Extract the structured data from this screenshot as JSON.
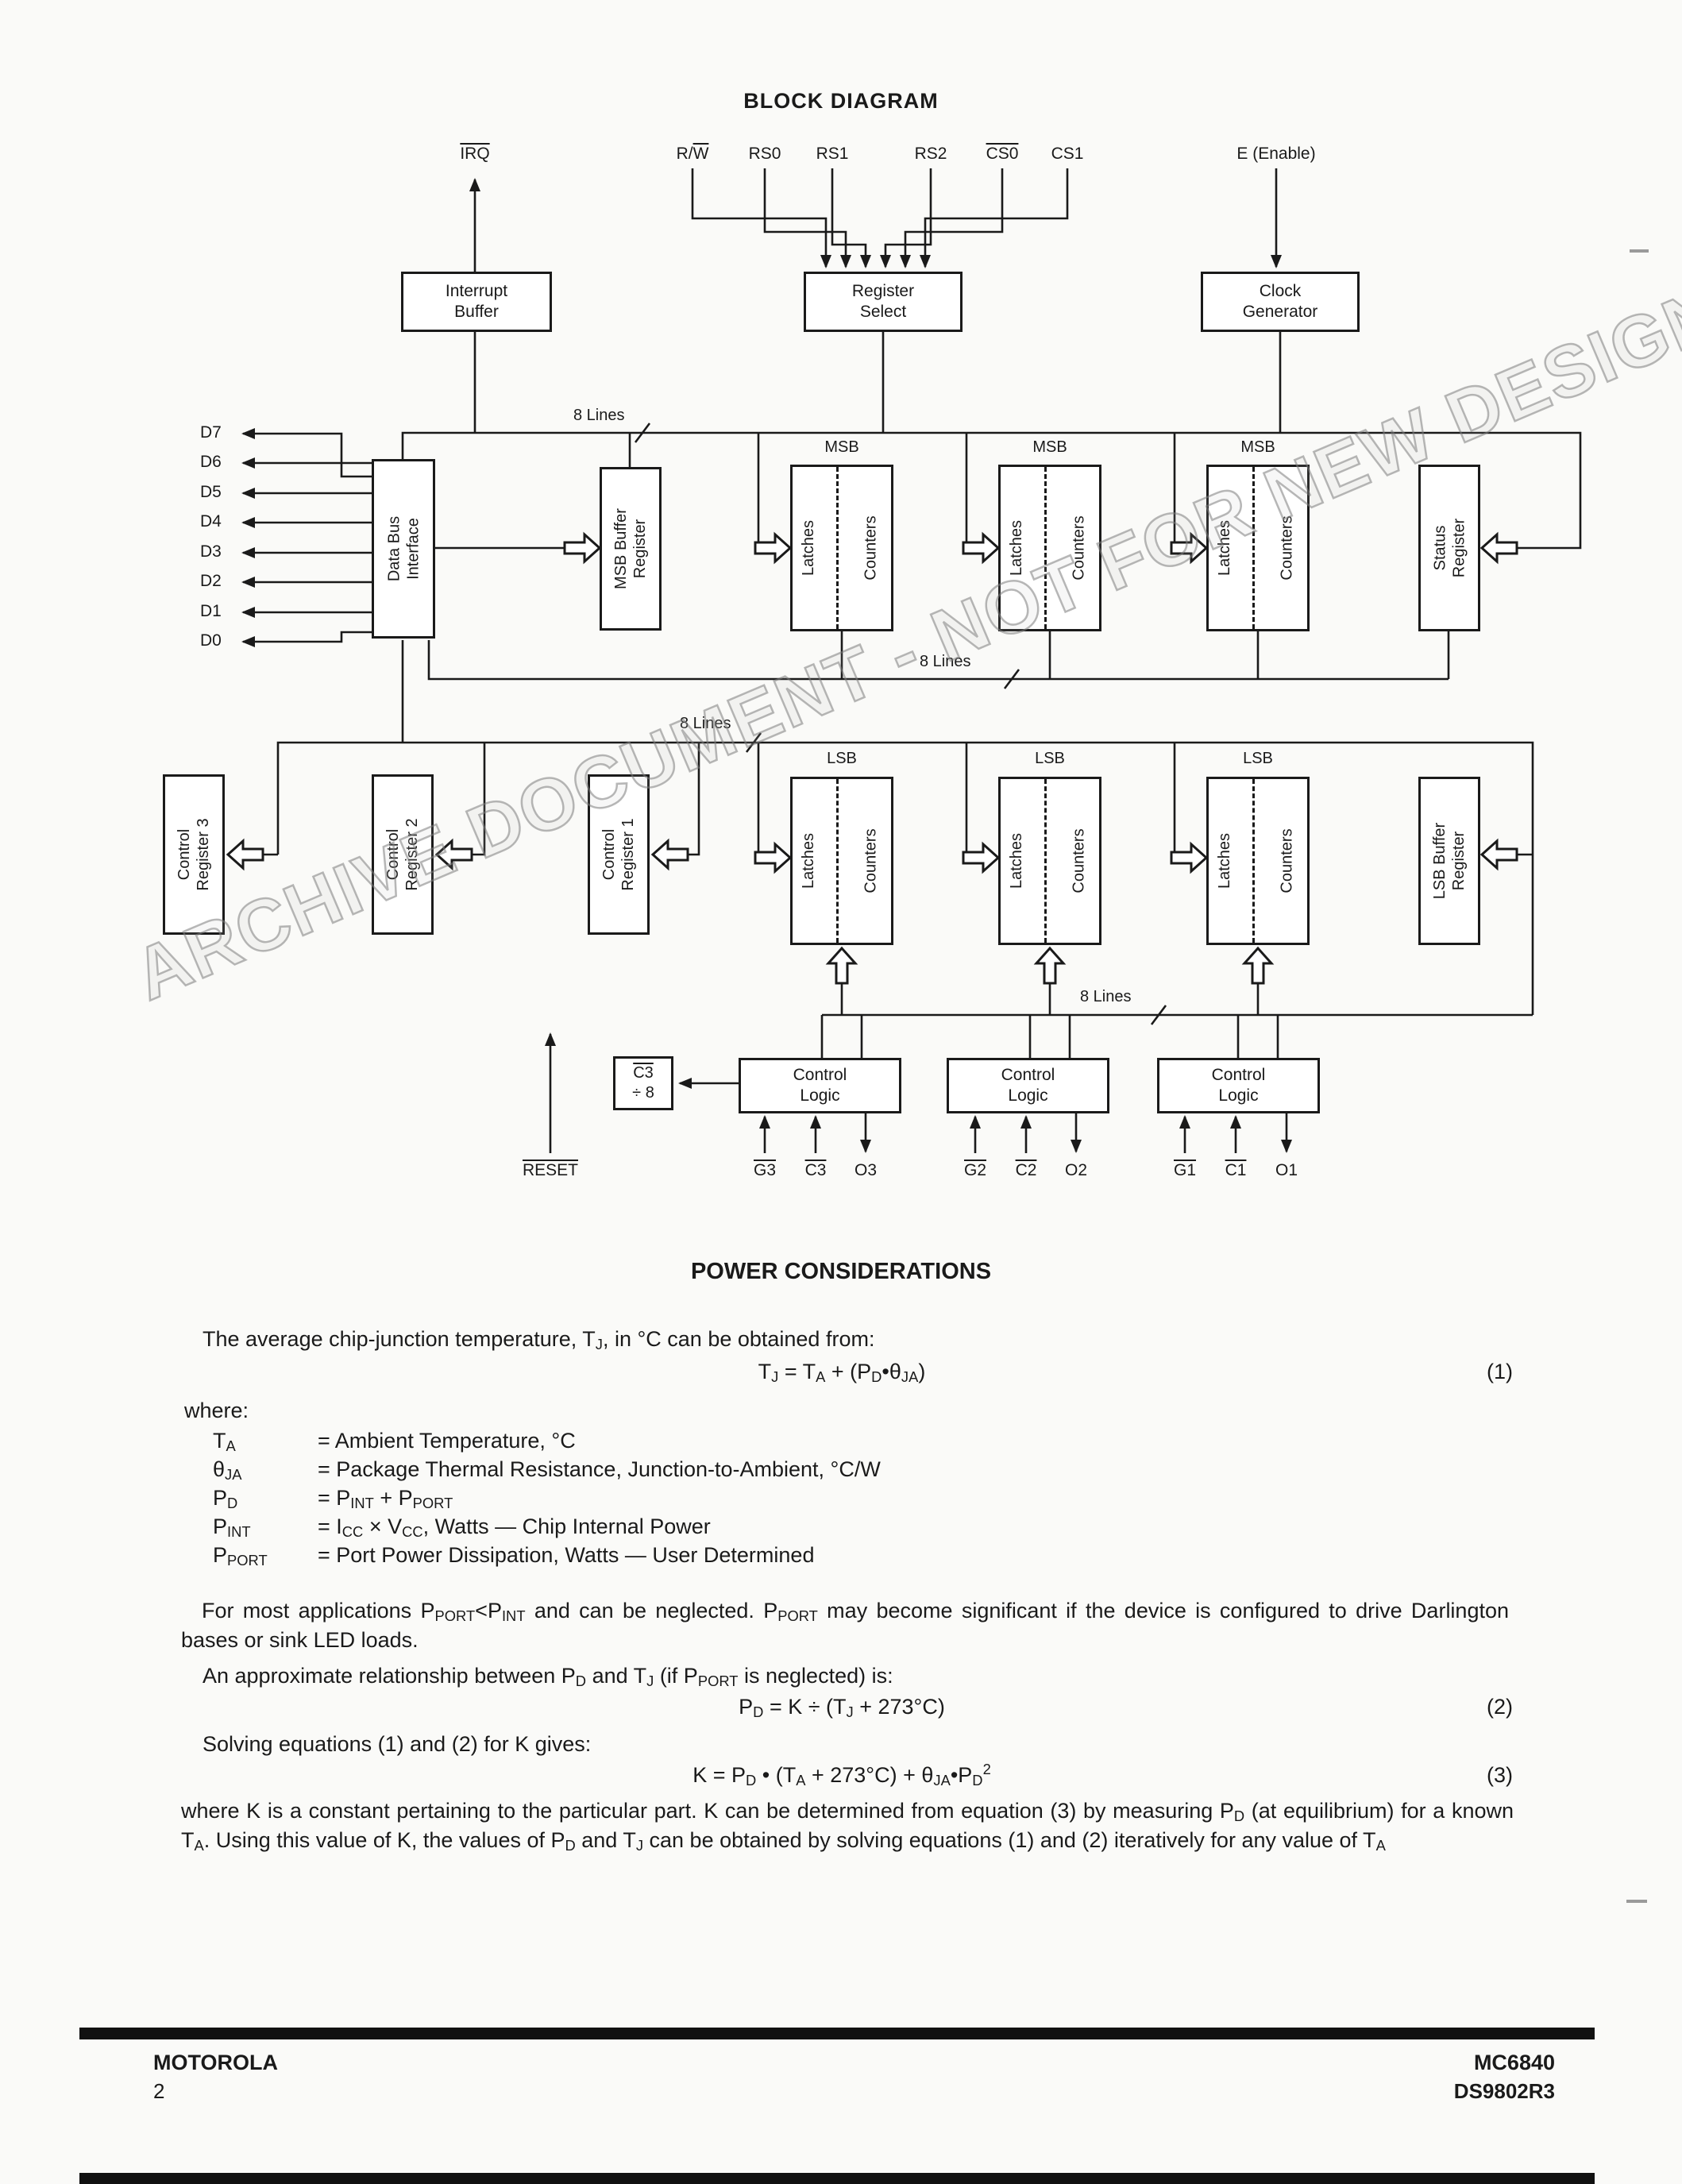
{
  "page": {
    "title": "BLOCK DIAGRAM",
    "watermark": "ARCHIVE DOCUMENT - NOT FOR NEW DESIGN"
  },
  "diagram": {
    "bus_label": "8 Lines",
    "top_signals": {
      "irq": "IRQ",
      "rw_pre": "R/",
      "rw_over": "W",
      "rs0": "RS0",
      "rs1": "RS1",
      "rs2": "RS2",
      "cs0": "CS0",
      "cs1": "CS1",
      "enable": "E (Enable)"
    },
    "boxes": {
      "interrupt_buffer_1": "Interrupt",
      "interrupt_buffer_2": "Buffer",
      "register_select_1": "Register",
      "register_select_2": "Select",
      "clock_generator_1": "Clock",
      "clock_generator_2": "Generator",
      "data_bus_interface": "Data Bus Interface",
      "msb_buffer_register": "MSB Buffer Register",
      "status_register": "Status Register",
      "control_register_3": "Control Register 3",
      "control_register_2": "Control Register 2",
      "control_register_1": "Control Register 1",
      "lsb_buffer_register": "LSB Buffer Register",
      "control_logic_1": "Control",
      "control_logic_2": "Logic",
      "divider_top": "C3",
      "divider_bottom": "÷ 8",
      "msb": "MSB",
      "lsb": "LSB",
      "latches": "Latches",
      "counters": "Counters"
    },
    "data_bus": [
      "D7",
      "D6",
      "D5",
      "D4",
      "D3",
      "D2",
      "D1",
      "D0"
    ],
    "bottom_signals": {
      "reset": "RESET",
      "g3": "G3",
      "c3": "C3",
      "o3": "O3",
      "g2": "G2",
      "c2": "C2",
      "o2": "O2",
      "g1": "G1",
      "c1": "C1",
      "o1": "O1"
    }
  },
  "power": {
    "heading": "POWER CONSIDERATIONS",
    "p1": "The average chip-junction temperature, T_{J}, in °C can be obtained from:",
    "eq1": "T_{J} = T_{A} + (P_{D}•θ_{JA})",
    "eq1_num": "(1)",
    "where_label": "where:",
    "defs": [
      {
        "term": "T_{A}",
        "def": "= Ambient Temperature, °C"
      },
      {
        "term": "θ_{JA}",
        "def": "= Package Thermal Resistance, Junction-to-Ambient, °C/W"
      },
      {
        "term": "P_{D}",
        "def": "= P_{INT} + P_{PORT}"
      },
      {
        "term": "P_{INT}",
        "def": "= I_{CC} × V_{CC}, Watts — Chip Internal Power"
      },
      {
        "term": "P_{PORT}",
        "def": "= Port Power Dissipation, Watts — User Determined"
      }
    ],
    "p2": "For most applications P_{PORT}<P_{INT} and can be neglected. P_{PORT} may become significant if the device is configured to drive Darlington bases or sink LED loads.",
    "p3": "An approximate relationship between P_{D} and T_{J} (if P_{PORT} is neglected) is:",
    "eq2": "P_{D} = K ÷ (T_{J} + 273°C)",
    "eq2_num": "(2)",
    "p4": "Solving equations (1) and (2) for K gives:",
    "eq3": "K = P_{D} • (T_{A} + 273°C) + θ_{JA}•P_{D}^{2}",
    "eq3_num": "(3)",
    "p5": "where K is a constant pertaining to the particular part. K can be determined from equation (3) by measuring P_{D} (at equilibrium) for a known T_{A}. Using this value of K, the values of P_{D} and T_{J} can be obtained by solving equations (1) and (2) iteratively for any value of T_{A}"
  },
  "footer": {
    "brand": "MOTOROLA",
    "page_number": "2",
    "part_number": "MC6840",
    "doc_number": "DS9802R3"
  }
}
